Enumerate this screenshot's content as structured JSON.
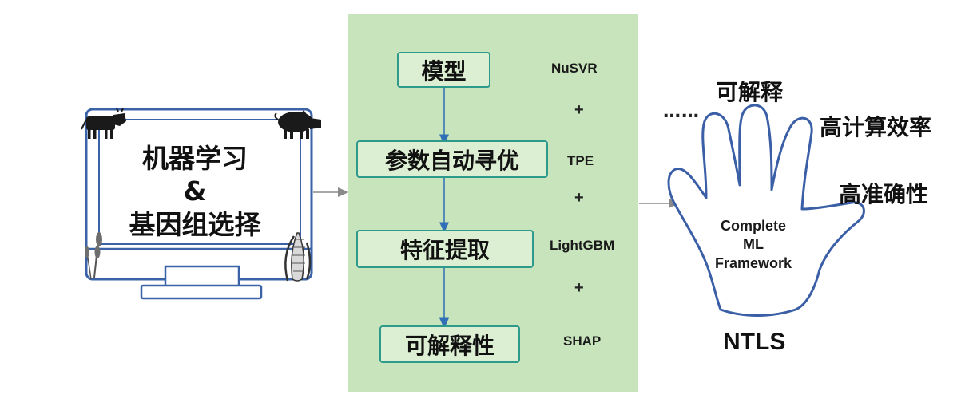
{
  "monitor": {
    "line1": "机器学习",
    "line2": "&",
    "line3": "基因组选择",
    "icons": [
      "cow-icon",
      "pig-icon",
      "wheat-icon",
      "corn-icon"
    ]
  },
  "pipeline": {
    "steps": [
      {
        "label": "模型",
        "method": "NuSVR"
      },
      {
        "label": "参数自动寻优",
        "method": "TPE"
      },
      {
        "label": "特征提取",
        "method": "LightGBM"
      },
      {
        "label": "可解释性",
        "method": "SHAP"
      }
    ],
    "plus": "+",
    "colors": {
      "panel": "#c8e4bc",
      "box_border": "#2e9a8b",
      "arrow": "#2f6fb5"
    }
  },
  "framework": {
    "hand_lines": [
      "Complete",
      "ML",
      "Framework"
    ],
    "name": "NTLS",
    "ellipsis": "……",
    "attributes": [
      "可解释",
      "高计算效率",
      "高准确性"
    ]
  }
}
